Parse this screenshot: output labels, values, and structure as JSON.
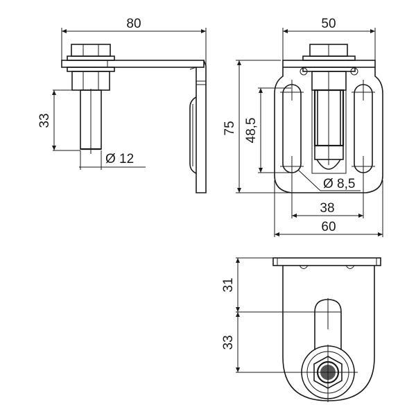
{
  "drawing": {
    "type": "technical-drawing",
    "subject": "bracket with bolt and slotted mounting plate",
    "views": {
      "side": {
        "width": "80",
        "height": "33",
        "diameter": "Ø 12"
      },
      "front": {
        "top_width": "50",
        "height_total": "75",
        "slot_length": "48,5",
        "hole_diameter": "Ø 8,5",
        "slot_spacing": "38",
        "base_width": "60"
      },
      "bottom": {
        "upper_offset": "31",
        "lower_offset": "33"
      }
    }
  }
}
